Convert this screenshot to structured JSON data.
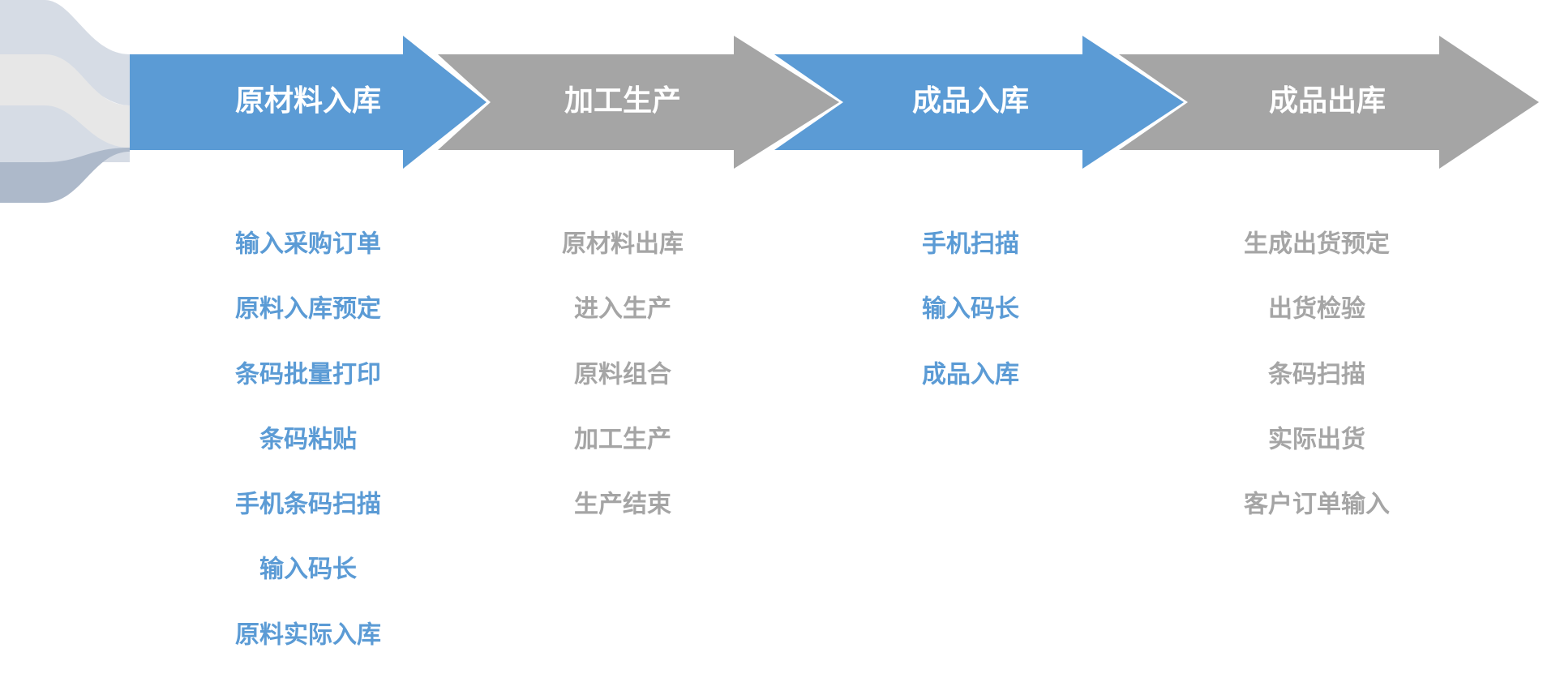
{
  "colors": {
    "blue": "#5b9bd5",
    "gray": "#a5a5a5",
    "text_blue": "#5b9bd5",
    "text_gray": "#a5a5a5",
    "ribbon_light": "#d6dce5",
    "ribbon_lighter": "#e7e7e7",
    "ribbon_dark": "#adb9ca"
  },
  "stages": [
    {
      "title": "原材料入库",
      "tone": "blue",
      "tasks": [
        "输入采购订单",
        "原料入库预定",
        "条码批量打印",
        "条码粘贴",
        "手机条码扫描",
        "输入码长",
        "原料实际入库"
      ]
    },
    {
      "title": "加工生产",
      "tone": "gray",
      "tasks": [
        "原材料出库",
        "进入生产",
        "原料组合",
        "加工生产",
        "生产结束"
      ]
    },
    {
      "title": "成品入库",
      "tone": "blue",
      "tasks": [
        "手机扫描",
        "输入码长",
        "成品入库"
      ]
    },
    {
      "title": "成品出库",
      "tone": "gray",
      "tasks": [
        "生成出货预定",
        "出货检验",
        "条码扫描",
        "实际出货",
        "客户订单输入"
      ]
    }
  ]
}
